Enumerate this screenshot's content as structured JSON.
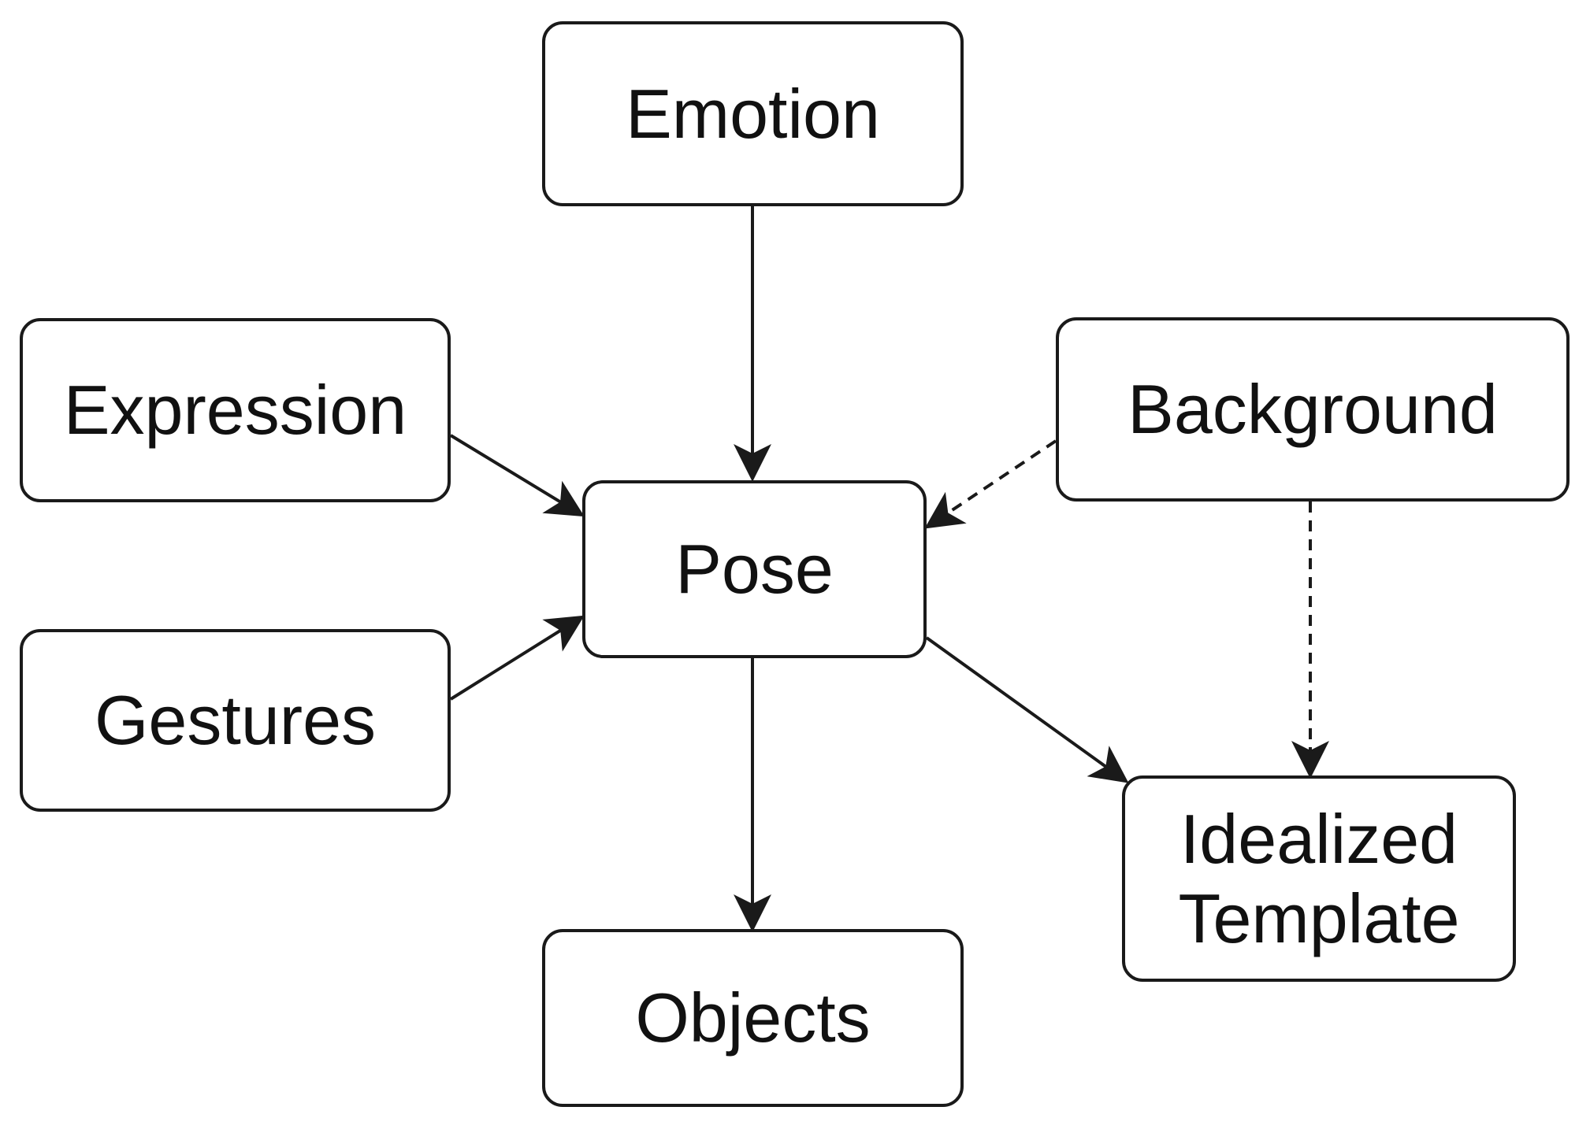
{
  "diagram": {
    "nodes": {
      "emotion": {
        "label": "Emotion"
      },
      "expression": {
        "label": "Expression"
      },
      "background": {
        "label": "Background"
      },
      "pose": {
        "label": "Pose"
      },
      "gestures": {
        "label": "Gestures"
      },
      "idealized": {
        "lines": [
          "Idealized",
          "Template"
        ]
      },
      "objects": {
        "label": "Objects"
      }
    },
    "edges": [
      {
        "from": "emotion",
        "to": "pose",
        "style": "solid"
      },
      {
        "from": "expression",
        "to": "pose",
        "style": "solid"
      },
      {
        "from": "gestures",
        "to": "pose",
        "style": "solid"
      },
      {
        "from": "background",
        "to": "pose",
        "style": "dashed"
      },
      {
        "from": "background",
        "to": "idealized",
        "style": "dashed"
      },
      {
        "from": "pose",
        "to": "objects",
        "style": "solid"
      },
      {
        "from": "pose",
        "to": "idealized",
        "style": "solid"
      }
    ],
    "colors": {
      "stroke": "#1a1a1a",
      "text": "#111111",
      "background": "#ffffff"
    }
  }
}
